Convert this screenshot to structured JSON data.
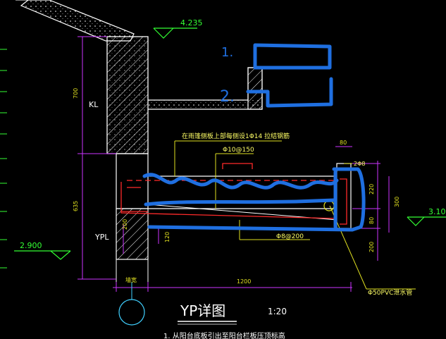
{
  "drawing": {
    "title": "YP详图",
    "scale": "1:20",
    "note": "1. 从阳台底板引出至阳台栏板压顶标高",
    "labels": {
      "elev_top": "4.235",
      "elev_left": "2.900",
      "elev_right": "3.10",
      "dim_700": "700",
      "dim_635": "635",
      "dim_200_v": "200",
      "dim_120": "120",
      "dim_1200": "1200",
      "dim_80_top": "80",
      "dim_220": "220",
      "dim_300": "300",
      "dim_80_r": "80",
      "dim_200_r": "200",
      "wall_width": "墙宽",
      "kl": "KL",
      "ypl": "YPL",
      "rebar_note": "在雨篷侧板上部每侧设1Φ14 拉结钢筋",
      "rebar_top": "Φ10@150",
      "rebar_bottom": "Φ8@200",
      "rebar_2phi8": "2Φ8",
      "pvc": "Φ50PVC泄水管"
    },
    "handwriting": {
      "mark_1": "1.",
      "mark_2": "2."
    },
    "colors": {
      "background": "#000000",
      "concrete_outline": "#ffffff",
      "dimension": "#cc33ff",
      "text_yellow": "#ffff66",
      "rebar_red": "#ff2a2a",
      "leader_yellow": "#e0e020",
      "annotation_blue": "#1f6fe0",
      "elevation_green": "#33ff33",
      "circle_cyan": "#40d0ff"
    }
  }
}
